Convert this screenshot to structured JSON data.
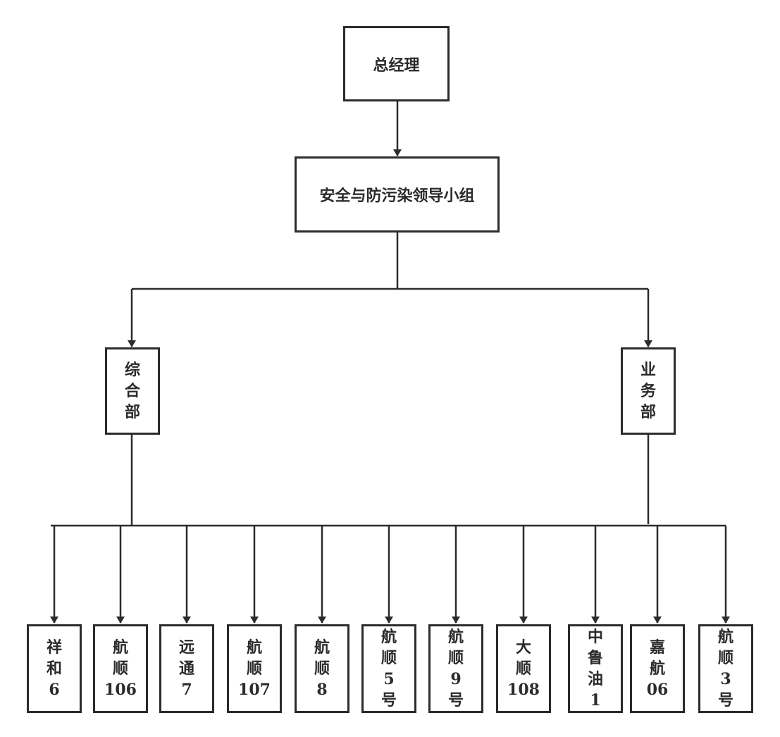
{
  "diagram": {
    "root": {
      "label": "总经理"
    },
    "group": {
      "label": "安全与防污染领导小组"
    },
    "departments": [
      {
        "id": "zonghe",
        "label": "综合部",
        "lines": [
          "综",
          "合",
          "部"
        ]
      },
      {
        "id": "yewu",
        "label": "业务部",
        "lines": [
          "业",
          "务",
          "部"
        ]
      }
    ],
    "ships": [
      {
        "id": "s1",
        "lines": [
          "祥",
          "和",
          "6"
        ]
      },
      {
        "id": "s2",
        "lines": [
          "航",
          "顺",
          "106"
        ]
      },
      {
        "id": "s3",
        "lines": [
          "远",
          "通",
          "7"
        ]
      },
      {
        "id": "s4",
        "lines": [
          "航",
          "顺",
          "107"
        ]
      },
      {
        "id": "s5",
        "lines": [
          "航",
          "顺",
          "8"
        ]
      },
      {
        "id": "s6",
        "lines": [
          "航",
          "顺",
          "5",
          "号"
        ]
      },
      {
        "id": "s7",
        "lines": [
          "航",
          "顺",
          "9",
          "号"
        ]
      },
      {
        "id": "s8",
        "lines": [
          "大",
          "顺",
          "108"
        ]
      },
      {
        "id": "s9",
        "lines": [
          "中",
          "鲁",
          "油",
          "1"
        ]
      },
      {
        "id": "s10",
        "lines": [
          "嘉",
          "航",
          "06"
        ]
      },
      {
        "id": "s11",
        "lines": [
          "航",
          "顺",
          "3",
          "号"
        ]
      }
    ],
    "colors": {
      "line": "#2b2b2b",
      "box_border": "#2b2b2b",
      "text": "#2b2b2b"
    }
  }
}
